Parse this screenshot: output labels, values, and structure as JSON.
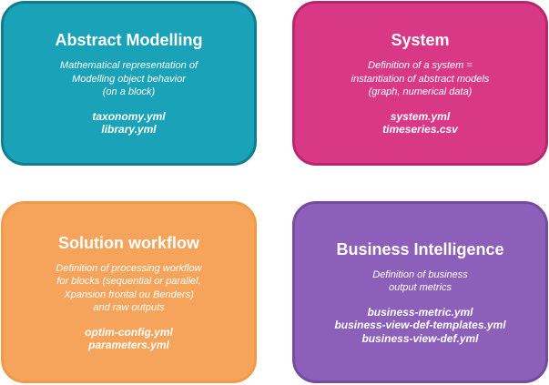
{
  "cards": [
    {
      "title": "Abstract Modelling",
      "description": [
        "Mathematical representation of",
        "Modelling object behavior",
        "(on a block)"
      ],
      "files": [
        "taxonomy.yml",
        "library.yml"
      ],
      "fill": "#1aa2b8",
      "stroke": "#107d90"
    },
    {
      "title": "System",
      "description": [
        "Definition of a system =",
        "instantiation of abstract models",
        "(graph, numerical data)"
      ],
      "files": [
        "system.yml",
        "timeseries.csv"
      ],
      "fill": "#d93886",
      "stroke": "#b8276c"
    },
    {
      "title": "Solution workflow",
      "description": [
        "Definition of processing workflow",
        "for blocks (sequential or parallel,",
        "Xpansion frontal ou Benders)",
        "and raw outputs"
      ],
      "files": [
        "optim-config.yml",
        "parameters.yml"
      ],
      "fill": "#f6a45c",
      "stroke": "#f29a4a"
    },
    {
      "title": "Business Intelligence",
      "description": [
        "Definition of business",
        "output metrics"
      ],
      "files": [
        "business-metric.yml",
        "business-view-def-templates.yml",
        "business-view-def.yml"
      ],
      "fill": "#8c5fbb",
      "stroke": "#764a9f"
    }
  ]
}
